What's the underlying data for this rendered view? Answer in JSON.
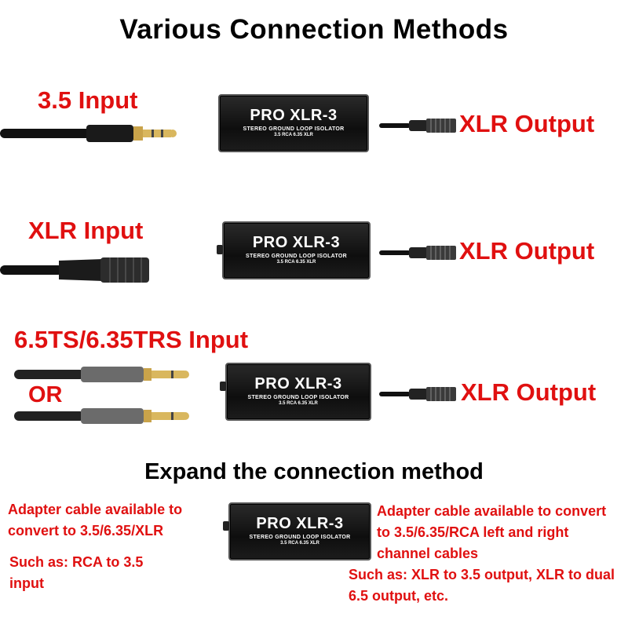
{
  "title": "Various Connection Methods",
  "rows": [
    {
      "input_label": "3.5 Input",
      "output_label": "XLR Output"
    },
    {
      "input_label": "XLR Input",
      "output_label": "XLR Output"
    },
    {
      "input_label": "6.5TS/6.35TRS Input",
      "or_label": "OR",
      "output_label": "XLR Output"
    }
  ],
  "device": {
    "name": "PRO XLR-3",
    "subtitle": "STEREO GROUND LOOP ISOLATOR",
    "ports": "3.5 RCA  6.35 XLR"
  },
  "expand": {
    "title": "Expand the connection method",
    "left_note": "Adapter cable available to convert to 3.5/6.35/XLR",
    "left_example": "Such as: RCA to 3.5 input",
    "right_note": "Adapter cable available to convert to 3.5/6.35/RCA left and right channel cables",
    "right_example": "Such as: XLR to 3.5 output, XLR to dual 6.5 output, etc."
  },
  "colors": {
    "accent": "#e01010",
    "text": "#000000",
    "device": "#111111"
  }
}
